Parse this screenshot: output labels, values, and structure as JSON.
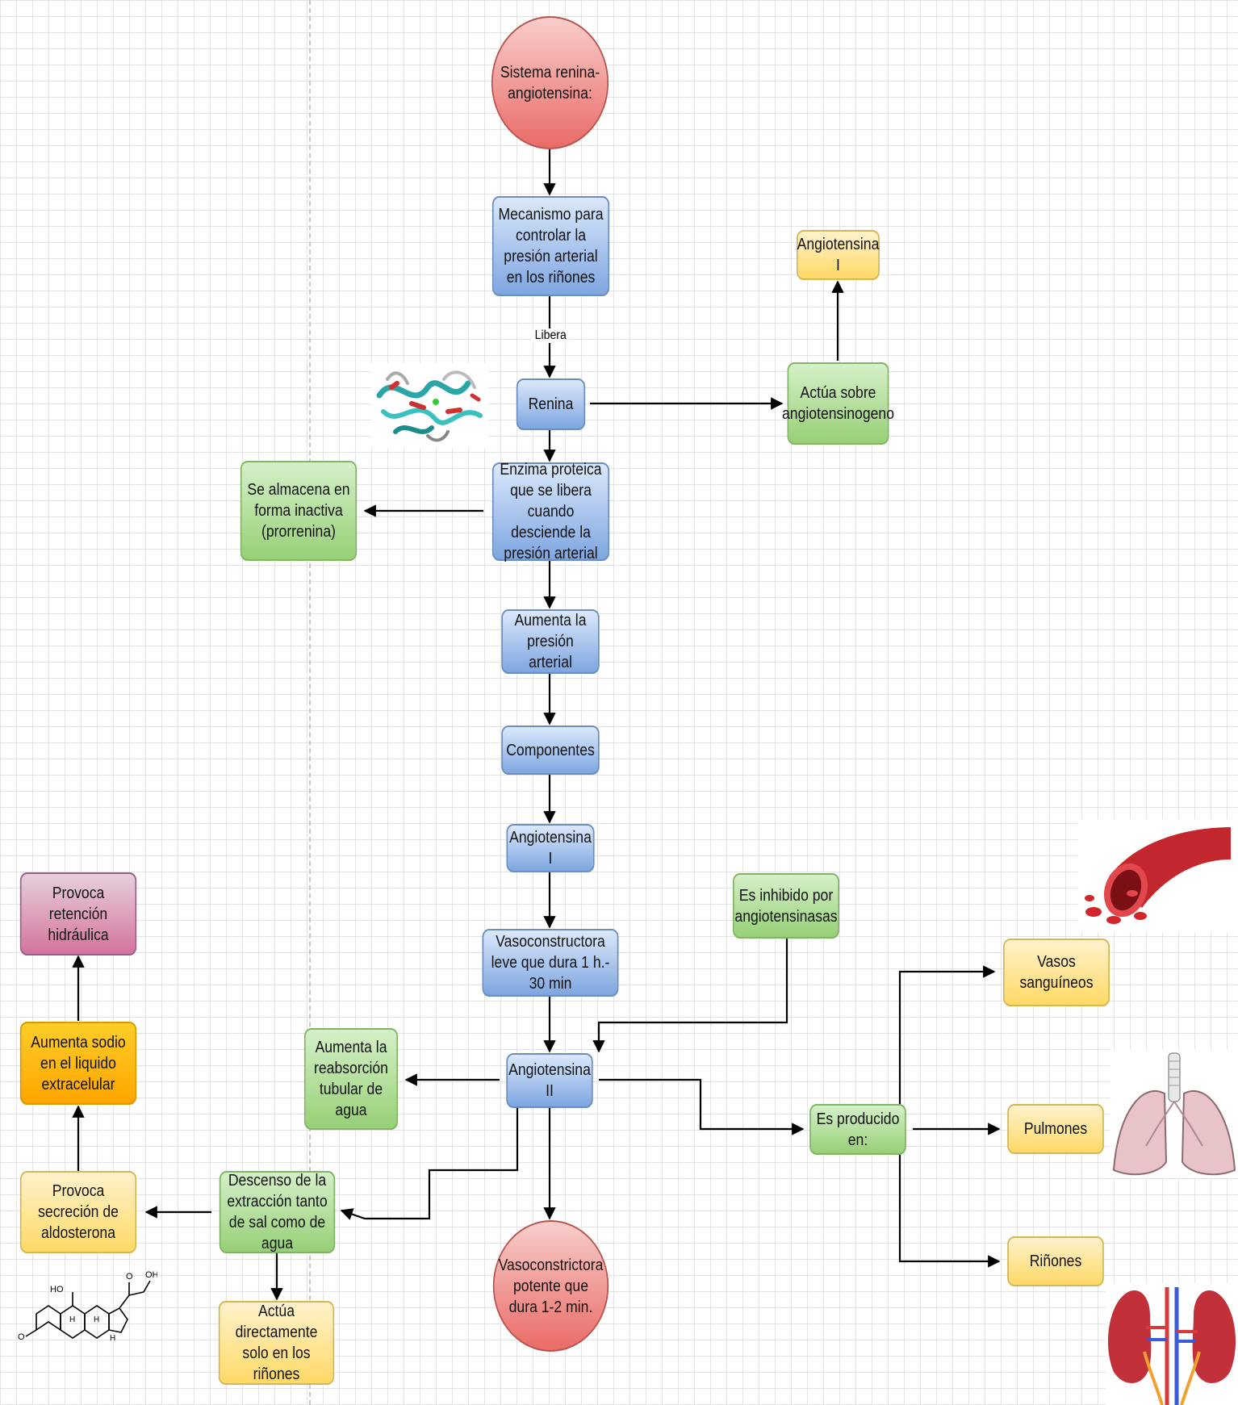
{
  "nodes": {
    "sistema": "Sistema renina-angiotensina:",
    "mecanismo": "Mecanismo para controlar la presión arterial en los riñones",
    "libera": "Libera",
    "renina": "Renina",
    "actua_sobre": "Actúa sobre angiotensinogeno",
    "angiotensina_i_top": "Angiotensina I",
    "enzima": "Enzima proteica que se libera cuando desciende la presión arterial",
    "almacena": "Se almacena en forma inactiva (prorrenina)",
    "aumenta_presion": "Aumenta la presión arterial",
    "componentes": "Componentes",
    "angiotensina_i": "Angiotensina I",
    "inhibido": "Es inhibido por angiotensinasas",
    "vaso_leve": "Vasoconstructora leve que dura 1 h.- 30 min",
    "angiotensina_ii": "Angiotensina II",
    "reabsorcion": "Aumenta la reabsorción tubular de agua",
    "producido": "Es producido en:",
    "vasos": "Vasos sanguíneos",
    "pulmones": "Pulmones",
    "rinones": "Riñones",
    "vaso_potente": "Vasoconstrictora potente que dura 1-2 min.",
    "descenso": "Descenso de la extracción tanto de sal como de agua",
    "actua_rinones": "Actúa directamente solo en los riñones",
    "aldosterona": "Provoca secreción de aldosterona",
    "sodio": "Aumenta sodio en el liquido extracelular",
    "retencion": "Provoca retención hidráulica"
  },
  "molecule_labels": {
    "ho": "HO",
    "oh": "OH",
    "o1": "O",
    "o2": "O",
    "h1": "H",
    "h2": "H",
    "h3": "H"
  },
  "colors": {
    "blue": "#7ea6e0",
    "green": "#97d077",
    "yellow": "#ffd966",
    "orange": "#ffa500",
    "pink": "#d5739d",
    "red": "#ea6b66"
  }
}
